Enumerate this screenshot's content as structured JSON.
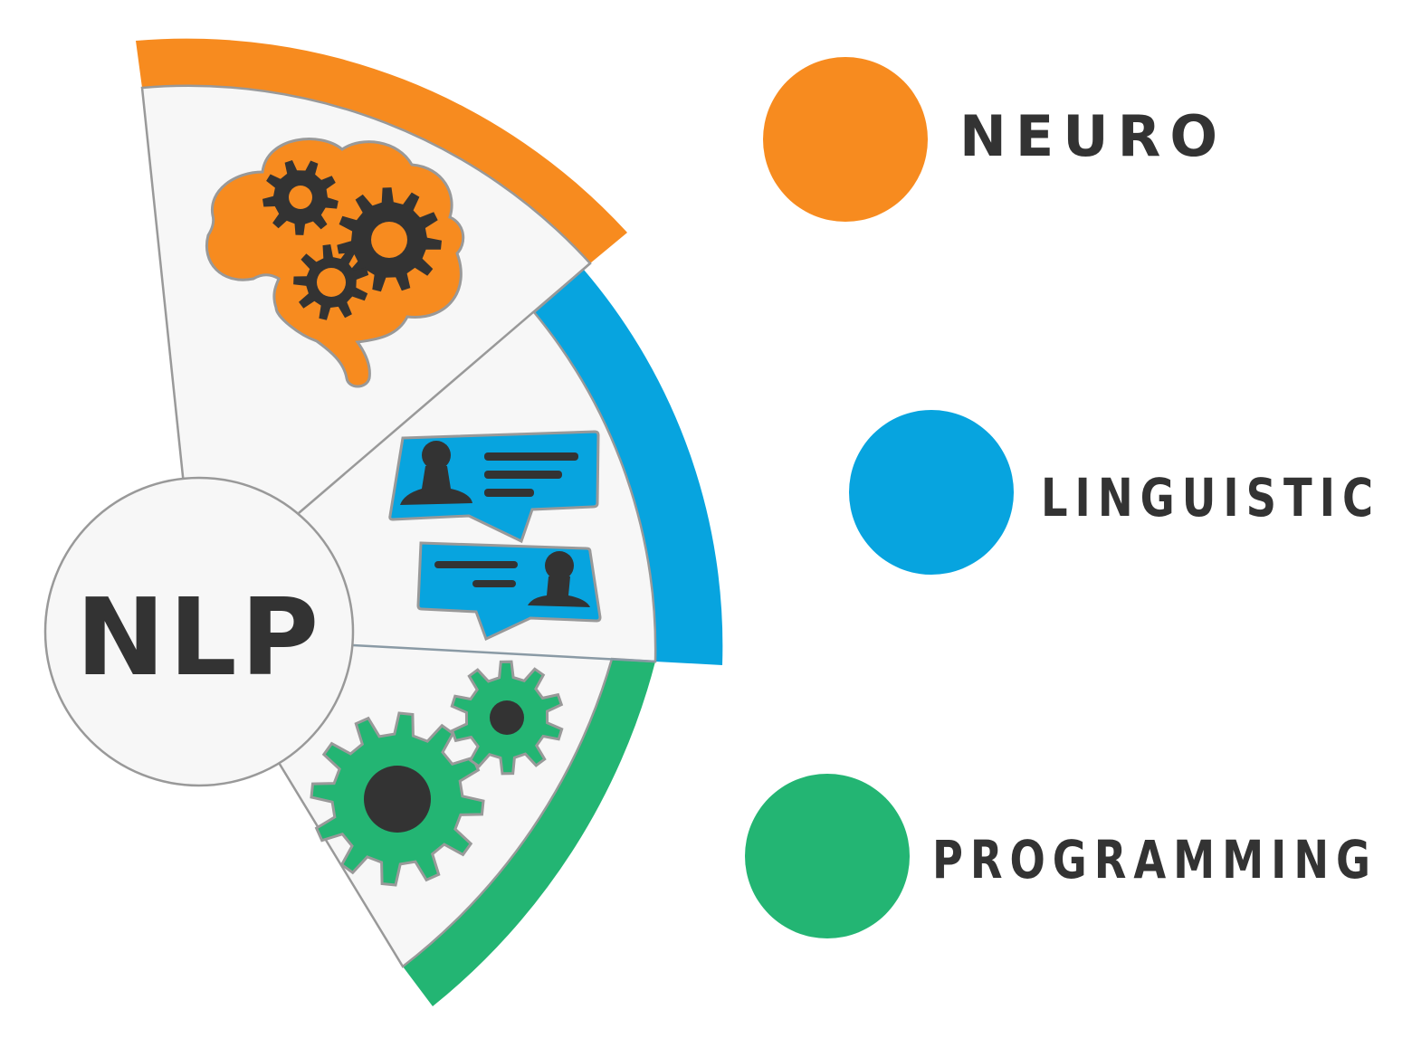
{
  "center": {
    "label": "NLP"
  },
  "items": [
    {
      "label": "NEURO",
      "color": "#F78B1F",
      "icon": "brain-gears-icon"
    },
    {
      "label": "LINGUISTIC",
      "color": "#07A4DF",
      "icon": "chat-bubbles-icon"
    },
    {
      "label": "PROGRAMMING",
      "color": "#23B573",
      "icon": "gears-icon"
    }
  ],
  "colors": {
    "panel": "#F7F7F7",
    "stroke": "#999999",
    "text": "#333333"
  }
}
